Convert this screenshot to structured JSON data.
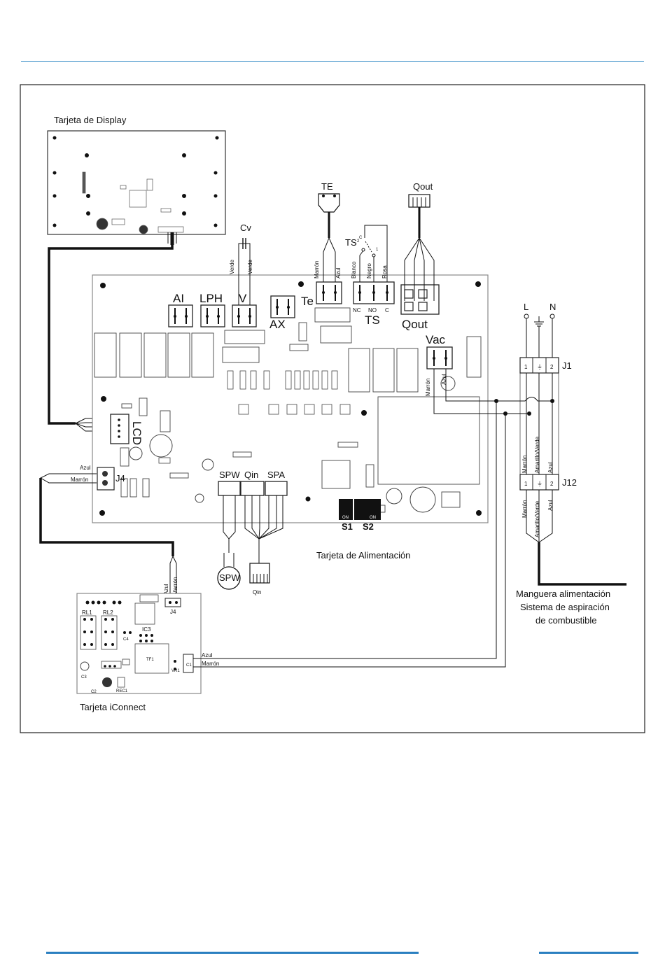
{
  "labels": {
    "display_card": "Tarjeta de Display",
    "power_card": "Tarjeta de Alimentación",
    "iconnect_card": "Tarjeta iConnect",
    "hose": [
      "Manguera alimentación",
      "Sistema de aspiración",
      "de combustible"
    ]
  },
  "connectors": {
    "ai": "AI",
    "lph": "LPH",
    "v": "V",
    "ax": "AX",
    "te": "Te",
    "ts": "TS",
    "qout": "Qout",
    "vac": "Vac",
    "lcd": "LCD",
    "j4": "J4",
    "spw": "SPW",
    "qin": "Qin",
    "spa": "SPA",
    "nc": "NC",
    "no": "NO",
    "c": "C",
    "s1": "S1",
    "s2": "S2",
    "j1": "J1",
    "j12": "J12",
    "l": "L",
    "n": "N",
    "one": "1",
    "two": "2",
    "on": "ON"
  },
  "components": {
    "cv": "Cv",
    "te_sensor": "TE",
    "ts_switch": "TS",
    "qout_part": "Qout",
    "spw_part": "SPW",
    "qin_part": "Qin",
    "rl1": "RL1",
    "rl2": "RL2",
    "ic3": "IC3",
    "tf1": "TF1",
    "c2": "C2",
    "c3": "C3",
    "c4": "C4",
    "rec1": "REC1",
    "c1": "C1",
    "varistor": "VR1"
  },
  "wires": {
    "verde": "Verde",
    "marron": "Marrón",
    "azul": "Azul",
    "blanco": "Blanco",
    "negro": "Negro",
    "rosa": "Rosa",
    "amarillo_verde": "Amarillo/Verde"
  }
}
